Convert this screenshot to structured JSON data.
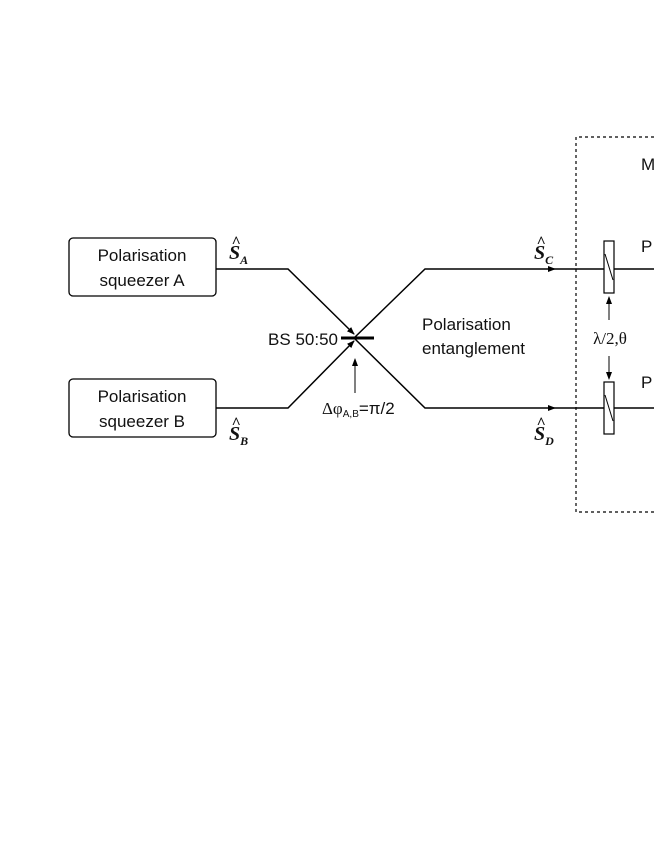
{
  "squeezer_a": {
    "line1": "Polarisation",
    "line2": "squeezer A"
  },
  "squeezer_b": {
    "line1": "Polarisation",
    "line2": "squeezer B"
  },
  "modes": {
    "a": {
      "symbol": "S",
      "subscript": "A"
    },
    "b": {
      "symbol": "S",
      "subscript": "B"
    },
    "c": {
      "symbol": "S",
      "subscript": "C"
    },
    "d": {
      "symbol": "S",
      "subscript": "D"
    }
  },
  "hat": "^",
  "beamsplitter_label": "BS 50:50",
  "phase": {
    "prefix": "Δφ",
    "subscript": "A,B",
    "suffix": "=π/2"
  },
  "entanglement": {
    "line1": "Polarisation",
    "line2": "entanglement"
  },
  "waveplate_label": "λ/2,θ",
  "measurement": {
    "title_fragment": "M",
    "upper_fragment": "P",
    "lower_fragment": "P"
  }
}
